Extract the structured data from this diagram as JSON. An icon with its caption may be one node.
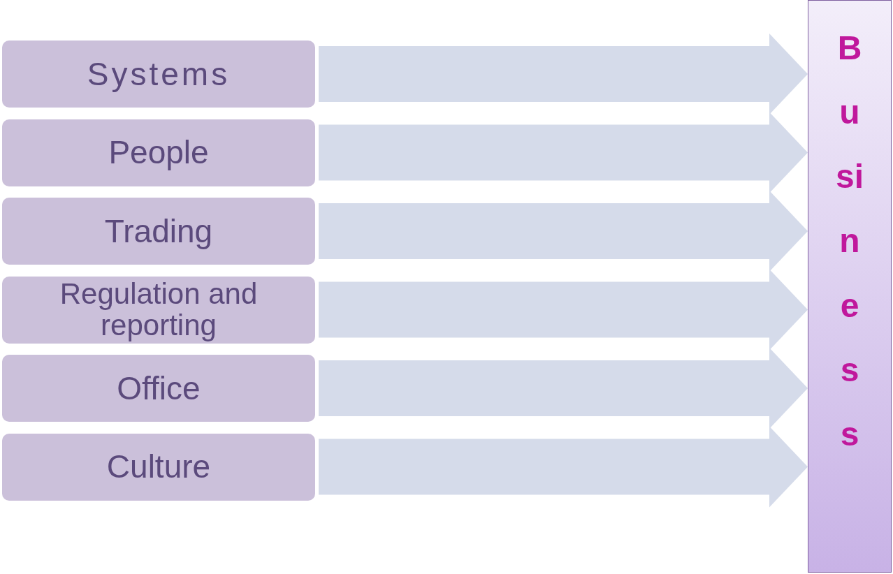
{
  "diagram": {
    "nodes": [
      {
        "text": [
          "Systems"
        ]
      },
      {
        "text": [
          "People"
        ]
      },
      {
        "text": [
          "Trading"
        ]
      },
      {
        "text": [
          "Regulation and reporting"
        ]
      },
      {
        "text": [
          "Office"
        ]
      },
      {
        "text": [
          "Culture"
        ]
      },
      {
        "text": [
          "Business"
        ]
      }
    ],
    "edges": [
      {
        "from": 0,
        "to": 6,
        "arrow": "to"
      },
      {
        "from": 1,
        "to": 6,
        "arrow": "to"
      },
      {
        "from": 2,
        "to": 6,
        "arrow": "to"
      },
      {
        "from": 3,
        "to": 6,
        "arrow": "to"
      },
      {
        "from": 4,
        "to": 6,
        "arrow": "to"
      },
      {
        "from": 5,
        "to": 6,
        "arrow": "to"
      }
    ]
  }
}
